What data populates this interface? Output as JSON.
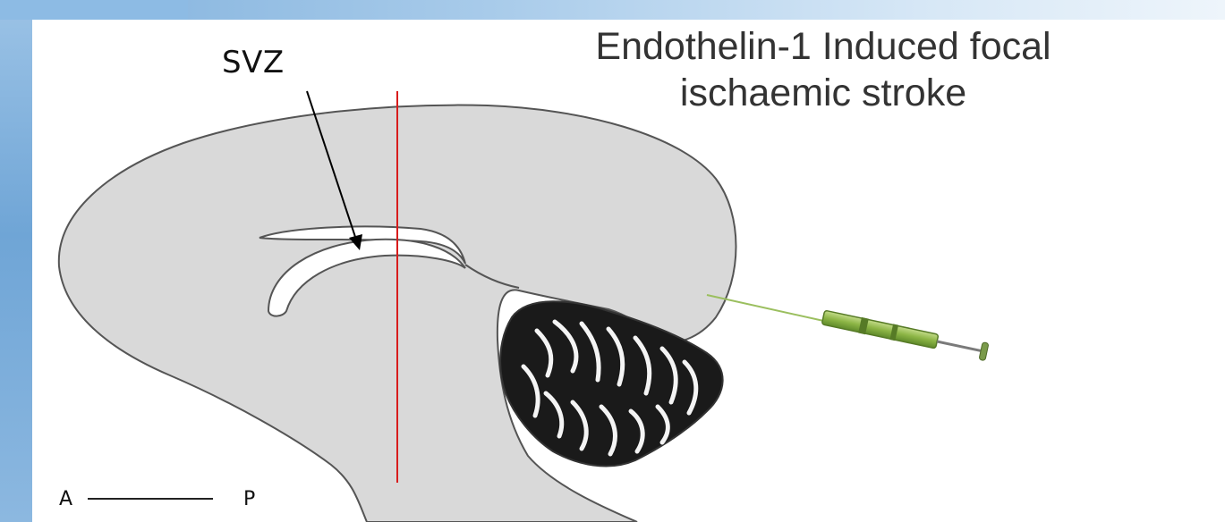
{
  "title": {
    "line1": "Endothelin-1 Induced focal",
    "line2": "ischaemic stroke"
  },
  "labels": {
    "svz": "SVZ",
    "anterior": "A",
    "posterior": "P"
  },
  "colors": {
    "brain_fill": "#d9d9d9",
    "brain_outline": "#555555",
    "section_line": "#d81c1c",
    "syringe": "#8cb545",
    "background_accent": "#7fb0dc"
  },
  "icons": {
    "syringe": "syringe-icon",
    "arrow": "arrow-pointer"
  }
}
